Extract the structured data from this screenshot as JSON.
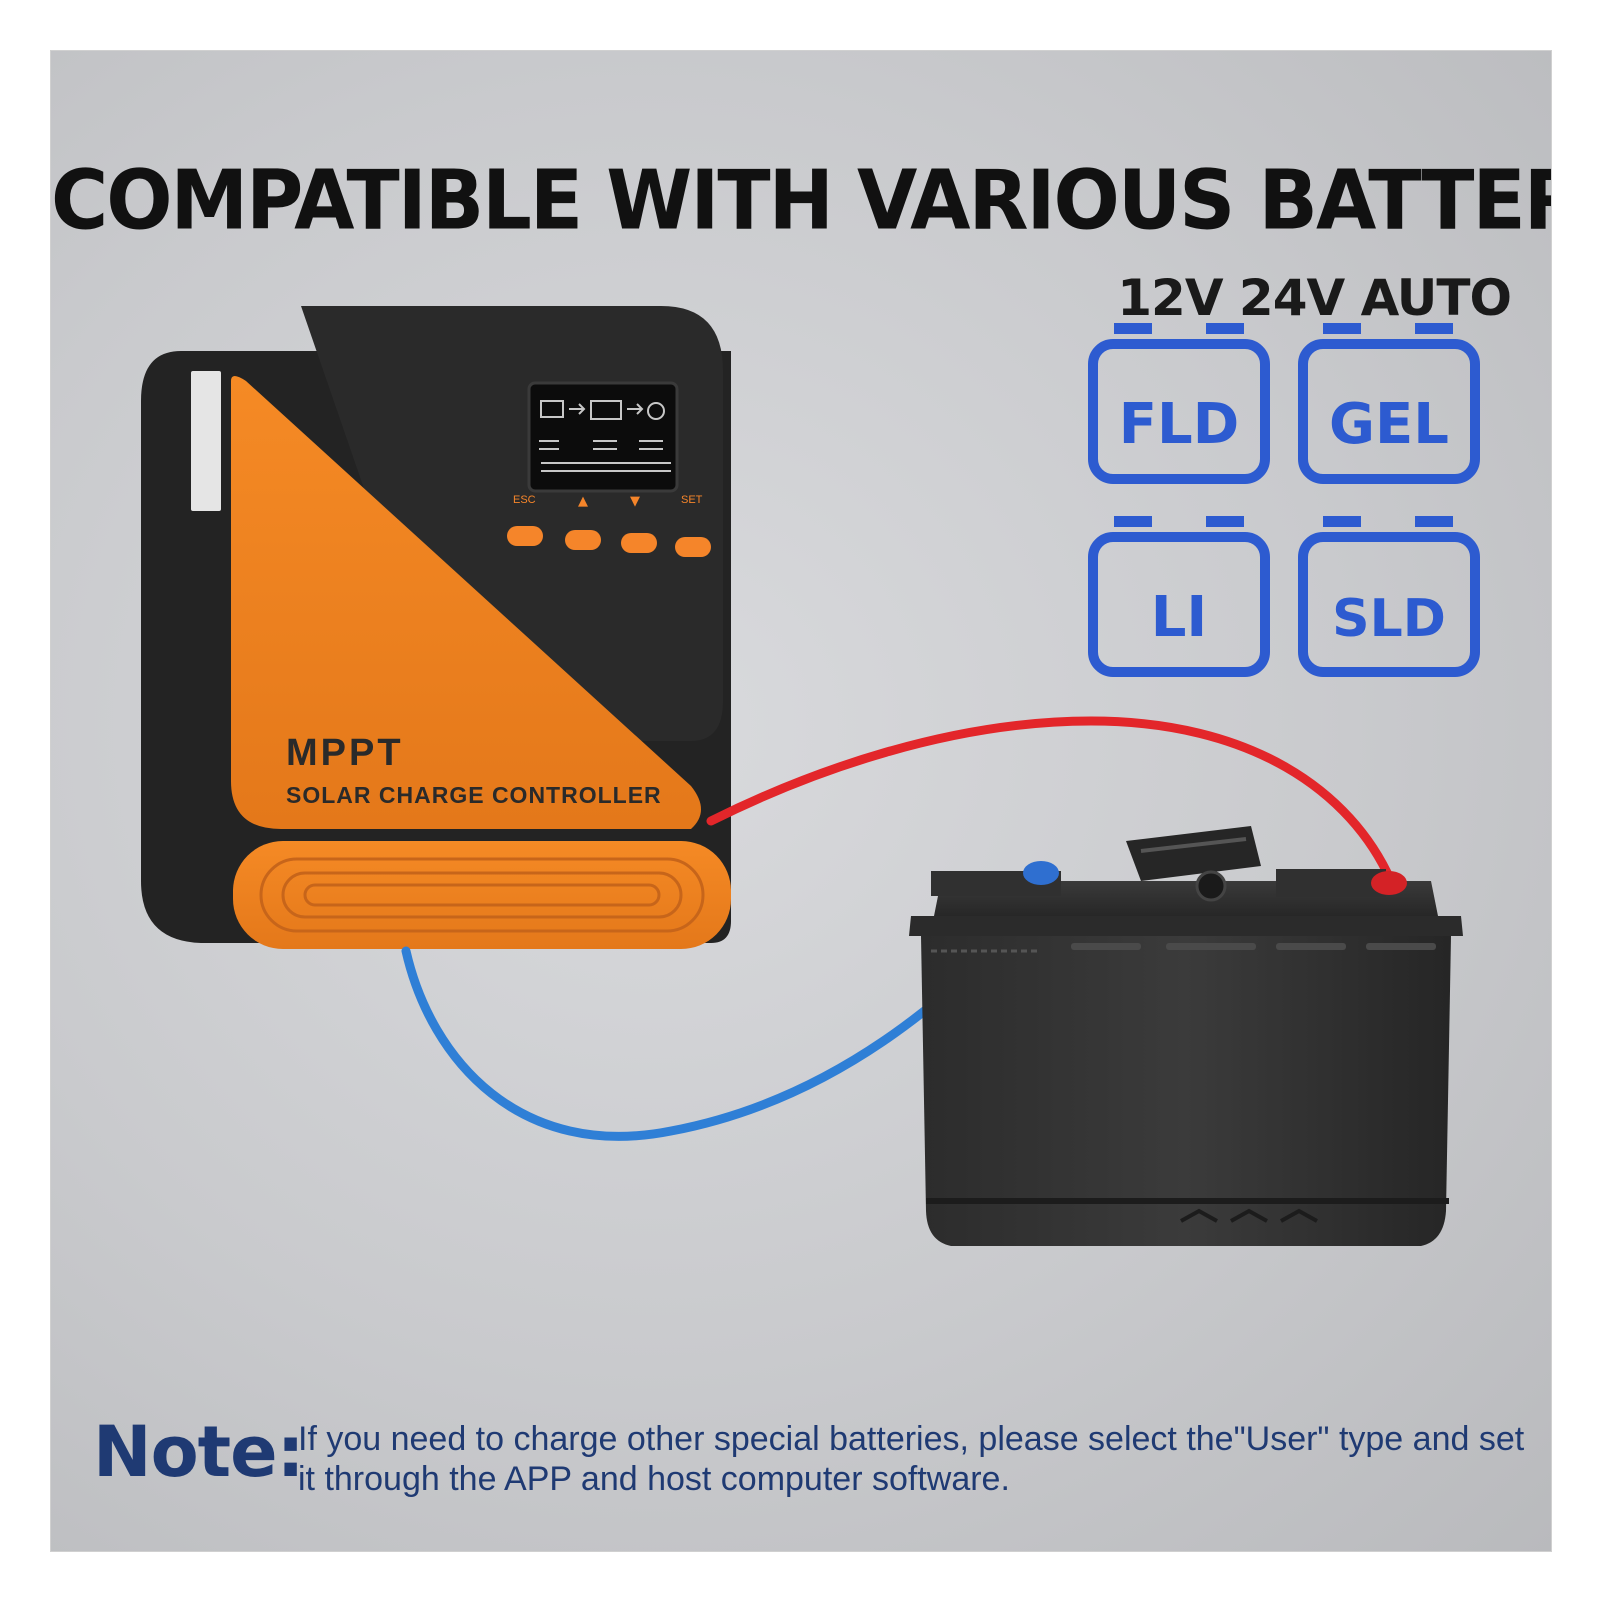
{
  "headline": "COMPATIBLE WITH VARIOUS BATTERIES",
  "voltage_modes": "12V 24V AUTO",
  "battery_types": [
    "FLD",
    "GEL",
    "LI",
    "SLD"
  ],
  "controller": {
    "model_label": "MPPT",
    "product_label": "SOLAR CHARGE CONTROLLER",
    "buttons": [
      "ESC",
      "▲",
      "▼",
      "SET"
    ]
  },
  "note": {
    "label": "Note:",
    "text": "If you need to charge other special batteries, please select the\"User\" type and set it through the APP and host computer software."
  },
  "colors": {
    "accent_orange": "#f0821e",
    "battery_icon_blue": "#2d5bd0",
    "cable_positive": "#e3262a",
    "cable_negative": "#2f7fd6",
    "note_text": "#1f3a73"
  },
  "icons": {
    "battery": "battery-outline-icon",
    "cable_positive": "red-cable",
    "cable_negative": "blue-cable"
  }
}
